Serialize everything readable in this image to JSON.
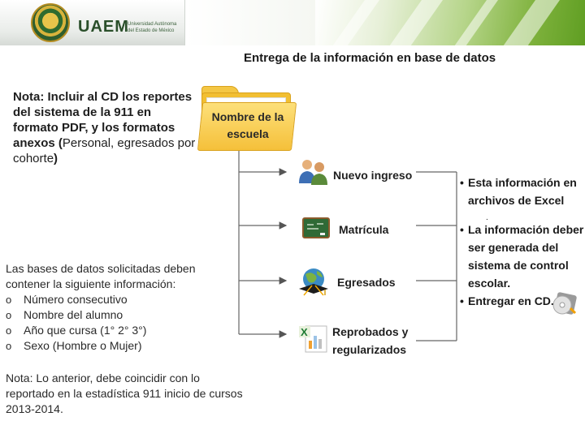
{
  "header": {
    "brand": "UAEM",
    "brand_sub": "Universidad Autónoma del Estado de México"
  },
  "title": "Entrega de la información en base de datos",
  "note_top": {
    "strong": "Nota: Incluir  al CD los reportes del sistema de la 911 en formato PDF, y  los formatos anexos (",
    "light": "Personal, egresados por cohorte",
    "close": ")"
  },
  "folder": {
    "line1": "Nombre de la",
    "line2": "escuela"
  },
  "items": [
    {
      "label": "Nuevo ingreso",
      "icon": "users-icon"
    },
    {
      "label": "Matrícula",
      "icon": "chalkboard-icon"
    },
    {
      "label": "Egresados",
      "icon": "graduate-globe-icon"
    },
    {
      "label_line1": "Reprobados y",
      "label_line2": "regularizados",
      "icon": "excel-chart-icon"
    }
  ],
  "bullets": {
    "b1_line1": "Esta información en",
    "b1_line2": "archivos de Excel",
    "b1_dot": ".",
    "b2_line1": "La información deber",
    "b2_line2": "ser generada del",
    "b2_line3": "sistema de control",
    "b2_line4": "escolar.",
    "b3": "Entregar en CD."
  },
  "body": {
    "intro": "Las bases de datos solicitadas deben contener la siguiente información:",
    "list": [
      "Número consecutivo",
      "Nombre del alumno",
      "Año que cursa (1° 2° 3°)",
      "Sexo (Hombre o Mujer)"
    ]
  },
  "note_bottom": "Nota: Lo anterior, debe coincidir con lo reportado en la estadística 911 inicio de cursos 2013-2014.",
  "colors": {
    "accent_green": "#5f9e22",
    "folder_yellow": "#f2bf32",
    "uaem_green": "#2a4f2a"
  }
}
